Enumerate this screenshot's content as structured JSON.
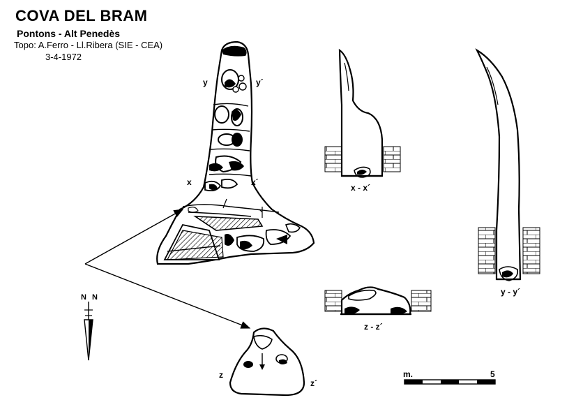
{
  "header": {
    "title": "COVA DEL BRAM",
    "subtitle": "Pontons - Alt Penedès",
    "credit": "Topo: A.Ferro - Ll.Ribera (SIE - CEA)",
    "date": "3-4-1972"
  },
  "plan": {
    "cut_labels": {
      "y": "y",
      "y_prime": "y´",
      "x": "x",
      "x_prime": "x´",
      "z": "z",
      "z_prime": "z´"
    }
  },
  "sections": {
    "xx": "x - x´",
    "yy": "y - y´",
    "zz": "z - z´"
  },
  "north": {
    "n1": "N",
    "n2": "N"
  },
  "scale": {
    "unit": "m.",
    "max": "5"
  }
}
